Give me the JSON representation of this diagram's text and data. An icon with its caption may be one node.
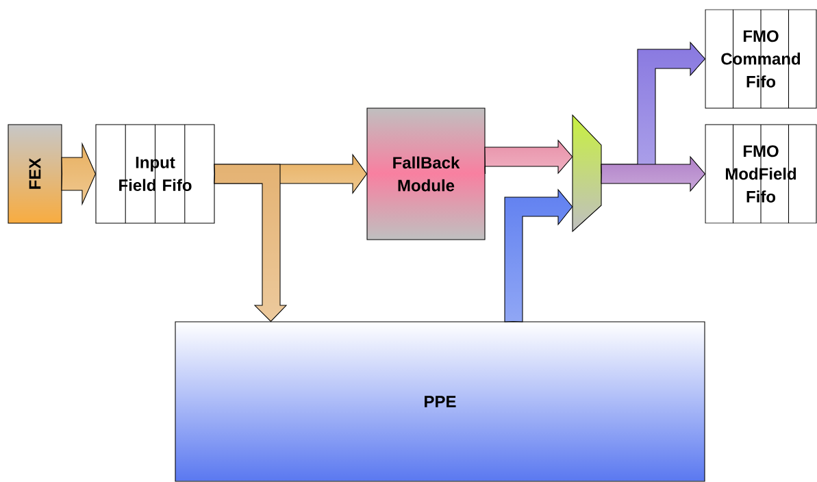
{
  "diagram": {
    "nodes": [
      {
        "text": [
          "FEX"
        ]
      },
      {
        "text": [
          "Input Field Fifo"
        ]
      },
      {
        "text": [
          "FallBack Module"
        ]
      },
      {
        "text": [],
        "shape": "trapezoid"
      },
      {
        "text": [
          "FMO Command Fifo"
        ]
      },
      {
        "text": [
          "FMO ModField Fifo"
        ]
      },
      {
        "text": [
          "PPE"
        ]
      }
    ],
    "edges": [
      {
        "from": 0,
        "to": 1,
        "arrow": "to",
        "color": "#e8b060"
      },
      {
        "from": 1,
        "to": 2,
        "arrow": "to",
        "color": "#e8b060"
      },
      {
        "from": 1,
        "to": 6,
        "arrow": "to",
        "color": "#e4b272"
      },
      {
        "from": 2,
        "to": 3,
        "arrow": "to",
        "color": "#e890a8"
      },
      {
        "from": 6,
        "to": 3,
        "arrow": "to",
        "color": "#6080f0"
      },
      {
        "from": 3,
        "to": 5,
        "arrow": "to",
        "color": "#b080c8"
      },
      {
        "from": 3,
        "to": 4,
        "arrow": "to",
        "color": "#8878e0"
      }
    ]
  }
}
